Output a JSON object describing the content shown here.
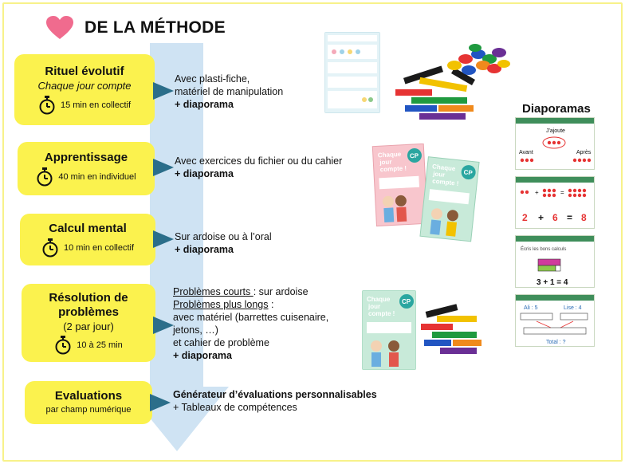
{
  "header": {
    "title": "DE LA MÉTHODE",
    "icon": "heart-icon",
    "heart_color": "#f06b8e"
  },
  "colors": {
    "pill": "#fbf24e",
    "arrow": "#cfe3f3",
    "triangle": "#2b6e8a",
    "frame": "#f7f28a"
  },
  "steps": [
    {
      "title": "Rituel évolutif",
      "subtitle": "Chaque jour compte",
      "duration": "15 min en collectif",
      "desc": [
        "Avec plasti-fiche,",
        "matériel de manipulation"
      ],
      "desc_bold": "+ diaporama"
    },
    {
      "title": "Apprentissage",
      "duration": "40 min en individuel",
      "desc": [
        "Avec exercices du fichier ou du cahier"
      ],
      "desc_bold": "+ diaporama"
    },
    {
      "title": "Calcul mental",
      "duration": "10 min en collectif",
      "desc": [
        "Sur ardoise ou à l’oral"
      ],
      "desc_bold": "+ diaporama"
    },
    {
      "title_line1": "Résolution de",
      "title_line2": "problèmes",
      "subtitle": "(2 par jour)",
      "duration": "10 à 25 min",
      "desc_u1": "Problèmes courts ",
      "desc_after_u1": ": sur ardoise",
      "desc_u2": "Problèmes plus longs",
      "desc_after_u2": " :",
      "desc": [
        "avec matériel (barrettes cuisenaire,",
        "jetons, …)",
        "et cahier de problème"
      ],
      "desc_bold": "+ diaporama"
    },
    {
      "title": "Evaluations",
      "subtitle": "par champ numérique",
      "desc_bold_first": "Générateur d’évaluations personnalisables",
      "desc": [
        "+ Tableaux de compétences"
      ]
    }
  ],
  "book_cover": {
    "title_lines": [
      "Chaque",
      "jour",
      "compte !"
    ],
    "badge": "CP"
  },
  "diaporamas": {
    "title": "Diaporamas",
    "slide1": {
      "heading": "J'ajoute",
      "left": "Avant",
      "right": "Après"
    },
    "slide2": {
      "numbers": [
        "2",
        "+",
        "6",
        "=",
        "8"
      ]
    },
    "slide3": {
      "caption": "Écris les bons calculs",
      "equation": "3 + 1 = 4"
    },
    "slide4": {
      "left": "Ali : 5",
      "right": "Lise : 4",
      "total": "Total : ?"
    }
  }
}
